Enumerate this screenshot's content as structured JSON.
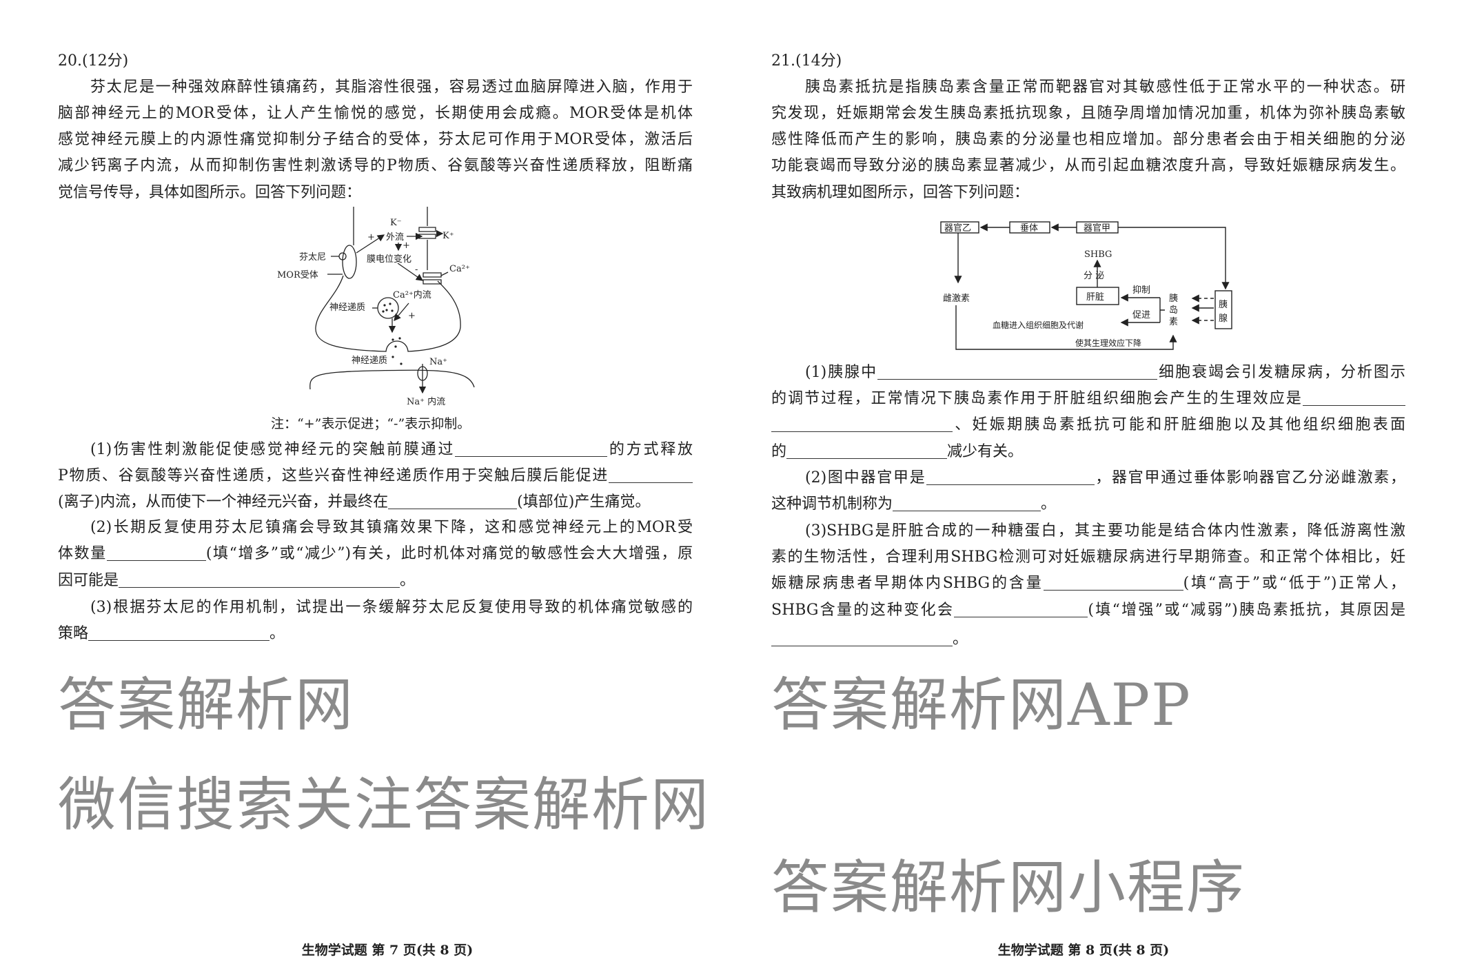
{
  "q20": {
    "header": "20.(12分)",
    "intro": [
      "芬太尼是一种强效麻醉性镇痛药，其脂溶性很强，容易透过血脑屏障进入脑，作用于",
      "脑部神经元上的MOR受体，让人产生愉悦的感觉，长期使用会成瘾。MOR受体是机体",
      "感觉神经元膜上的内源性痛觉抑制分子结合的受体，芬太尼可作用于MOR受体，激活后",
      "减少钙离子内流，从而抑制伤害性刺激诱导的P物质、谷氨酸等兴奋性递质释放，阻断痛",
      "觉信号传导，具体如图所示。回答下列问题："
    ],
    "diagram": {
      "k_minus": "K⁻",
      "outflow": "外流",
      "k_plus": "K⁺",
      "plus": "+",
      "minus": "-",
      "potential_change": "膜电位变化",
      "fentanyl": "芬太尼",
      "mor": "MOR受体",
      "ca": "Ca²⁺",
      "ca_influx": "Ca²⁺内流",
      "transmitter": "神经递质",
      "na": "Na⁺",
      "na_influx": "Na⁺ 内流"
    },
    "note": "注：“+”表示促进；“-”表示抑制。",
    "s1": {
      "l1a": "(1)伤害性刺激能促使感觉神经元的突触前膜通过",
      "l1b": "的方式释放",
      "l2a": "P物质、谷氨酸等兴奋性递质，这些兴奋性神经递质作用于突触后膜后能促进",
      "l3a": "(离子)内流，从而使下一个神经元兴奋，并最终在",
      "l3b": "(填部位)产生痛觉。"
    },
    "s2": {
      "l1": "(2)长期反复使用芬太尼镇痛会导致其镇痛效果下降，这和感觉神经元上的MOR受",
      "l2a": "体数量",
      "l2b": "(填“增多”或“减少”)有关，此时机体对痛觉的敏感性会大大增强，原",
      "l3a": "因可能是",
      "l3b": "。"
    },
    "s3": {
      "l1": "(3)根据芬太尼的作用机制，试提出一条缓解芬太尼反复使用导致的机体痛觉敏感的",
      "l2a": "策略",
      "l2b": "。"
    },
    "footer": "生物学试题 第 7 页(共 8 页)"
  },
  "q21": {
    "header": "21.(14分)",
    "intro": [
      "胰岛素抵抗是指胰岛素含量正常而靶器官对其敏感性低于正常水平的一种状态。研",
      "究发现，妊娠期常会发生胰岛素抵抗现象，且随孕周增加情况加重，机体为弥补胰岛素敏",
      "感性降低而产生的影响，胰岛素的分泌量也相应增加。部分患者会由于相关细胞的分泌",
      "功能衰竭而导致分泌的胰岛素显著减少，从而引起血糖浓度升高，导致妊娠糖尿病发生。",
      "其致病机理如图所示，回答下列问题："
    ],
    "diagram": {
      "organ_b": "器官乙",
      "pituitary": "垂体",
      "organ_a": "器官甲",
      "shbg": "SHBG",
      "secrete": "分 泌",
      "liver": "肝脏",
      "inhibit": "抑制",
      "promote": "促进",
      "glucose": "血糖进入组织细胞及代谢",
      "estrogen": "雌激素",
      "insulin": [
        "胰",
        "岛",
        "素"
      ],
      "pancreas": [
        "胰",
        "腺"
      ],
      "decrease": "使其生理效应下降"
    },
    "s1": {
      "l1a": "(1)胰腺中",
      "l1b": "细胞衰竭会引发糖尿病，分析图示",
      "l2a": "的调节过程，正常情况下胰岛素作用于肝脏组织细胞会产生的生理效应是",
      "l3b": "、妊娠期胰岛素抵抗可能和肝脏细胞以及其他组织细胞表面",
      "l4a": "的",
      "l4b": "减少有关。"
    },
    "s2": {
      "l1a": "(2)图中器官甲是",
      "l1b": "，器官甲通过垂体影响器官乙分泌雌激素，",
      "l2a": "这种调节机制称为",
      "l2b": "。"
    },
    "s3": {
      "l1": "(3)SHBG是肝脏合成的一种糖蛋白，其主要功能是结合体内性激素，降低游离性激",
      "l2": "素的生物活性，合理利用SHBG检测可对妊娠糖尿病进行早期筛查。和正常个体相比，妊",
      "l3a": "娠糖尿病患者早期体内SHBG的含量",
      "l3b": "(填“高于”或“低于”)正常人，",
      "l4a": "SHBG含量的这种变化会",
      "l4b": "(填“增强”或“减弱”)胰岛素抵抗，其原因是",
      "l5b": "。"
    },
    "footer": "生物学试题 第 8 页(共 8 页)"
  },
  "watermarks": [
    "答案解析网",
    "答案解析网APP",
    "微信搜索关注答案解析网",
    "答案解析网小程序"
  ]
}
